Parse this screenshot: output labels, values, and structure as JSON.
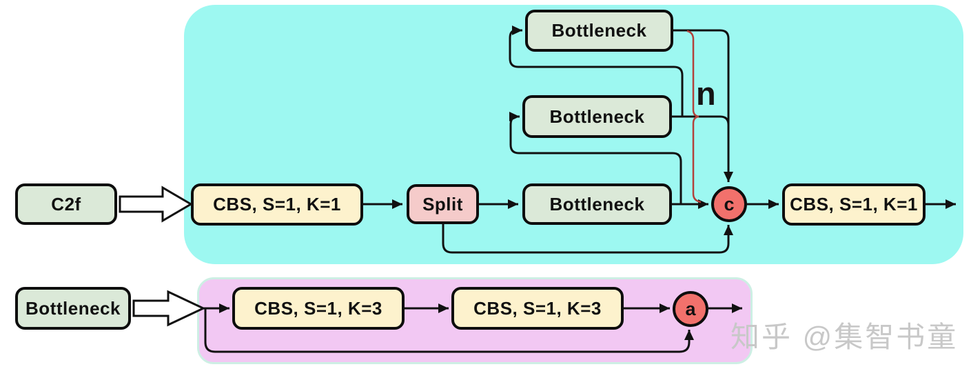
{
  "c2f_module": {
    "input_label": "C2f",
    "conv_in_label": "CBS, S=1, K=1",
    "split_label": "Split",
    "bottleneck_labels": [
      "Bottleneck",
      "Bottleneck",
      "Bottleneck"
    ],
    "repeat_label": "n",
    "concat_node_label": "c",
    "conv_out_label": "CBS, S=1, K=1"
  },
  "bottleneck_module": {
    "input_label": "Bottleneck",
    "conv1_label": "CBS, S=1, K=3",
    "conv2_label": "CBS, S=1, K=3",
    "add_node_label": "a"
  },
  "watermark": "知乎 @集智书童",
  "colors": {
    "c2f_panel": "#9df8f1",
    "bottleneck_panel": "#f2c8f3",
    "green_box": "#dbe9d8",
    "yellow_box": "#fdf2cd",
    "split_box": "#f5cbca",
    "merge_node": "#f2716c",
    "repeat_bracket": "#b2423c",
    "wire": "#111111",
    "watermark_text": "#c8c8c8"
  }
}
